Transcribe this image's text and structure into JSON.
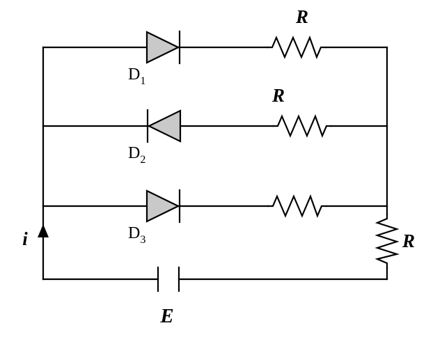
{
  "figure": {
    "type": "circuit-diagram",
    "labels": {
      "resistor_top": "R",
      "resistor_middle": "R",
      "resistor_right": "R",
      "diode1": "D",
      "diode1_sub": "1",
      "diode2": "D",
      "diode2_sub": "2",
      "diode3": "D",
      "diode3_sub": "3",
      "battery": "E",
      "current": "i"
    },
    "colors": {
      "wire": "#000000",
      "diode_fill": "#c9c9c9",
      "arrow": "#000000",
      "background": "#ffffff"
    }
  }
}
